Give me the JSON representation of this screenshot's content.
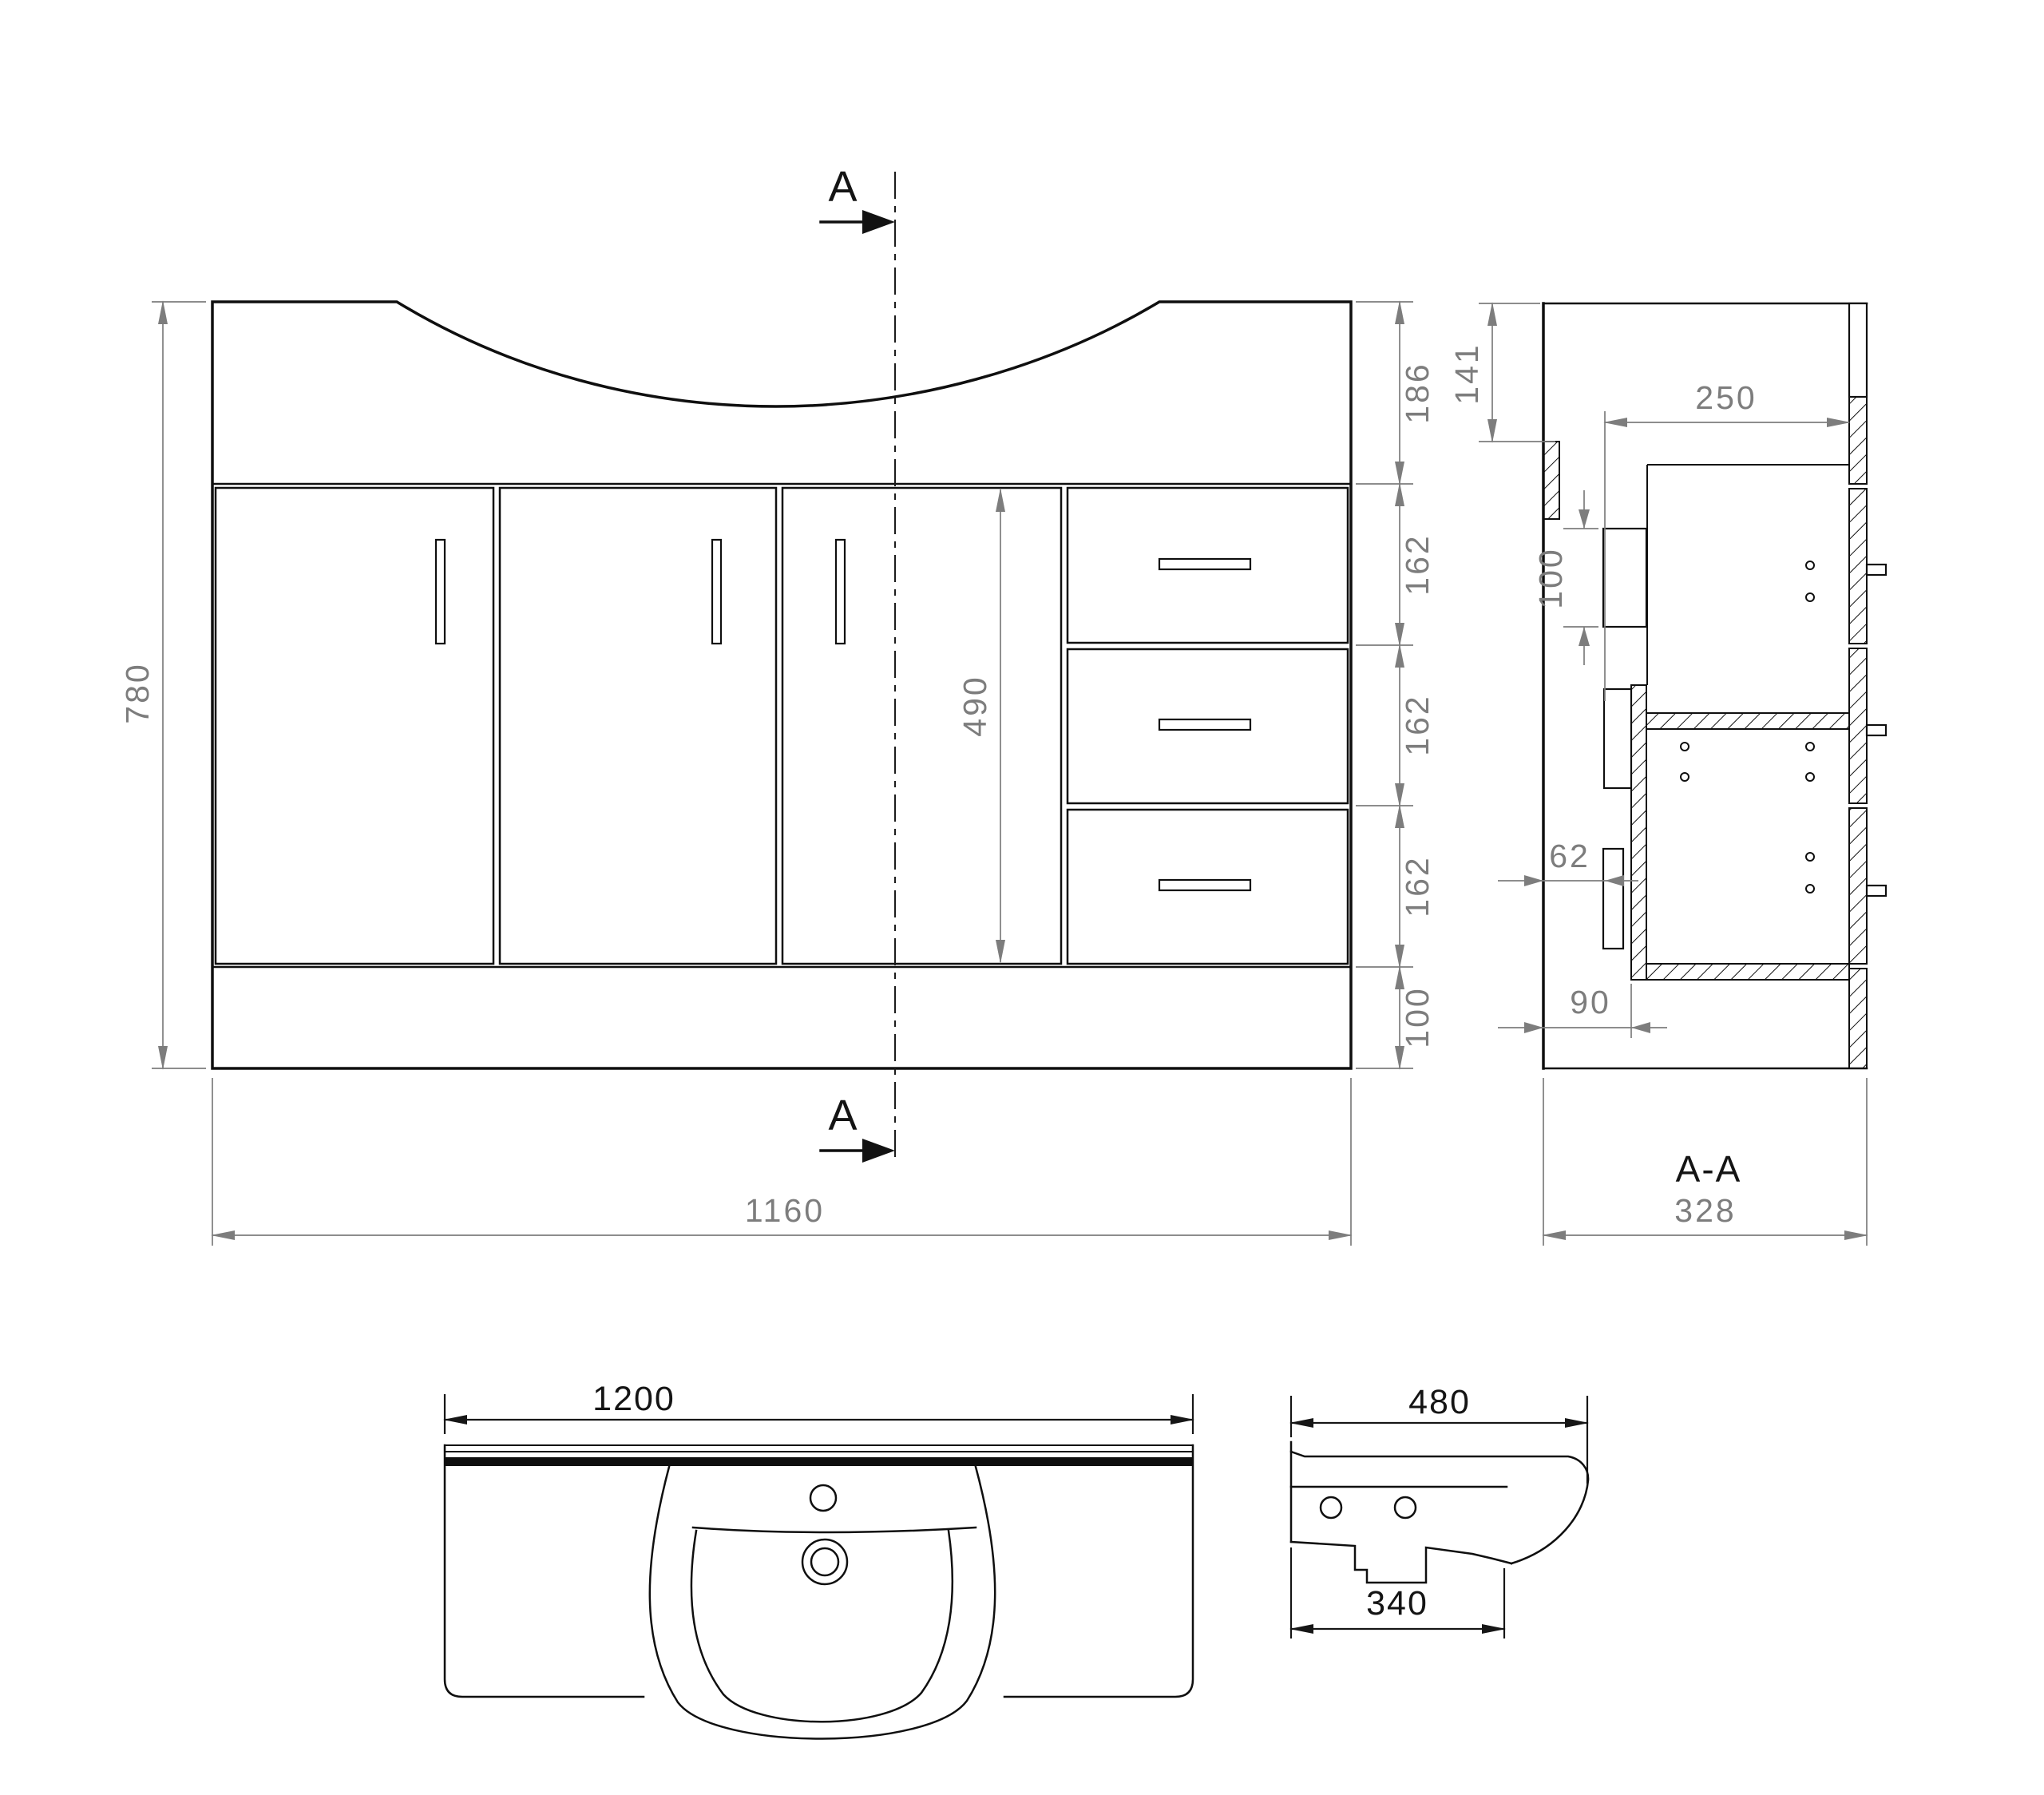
{
  "front_view": {
    "section_marker_top": "A",
    "section_marker_bottom": "A",
    "dim_height_total": "780",
    "dim_top_section": "186",
    "dim_drawer_1": "162",
    "dim_drawer_2": "162",
    "dim_drawer_3": "162",
    "dim_plinth": "100",
    "dim_door_height": "490",
    "dim_width_total": "1160"
  },
  "side_section_view": {
    "label": "A-A",
    "dim_top_rail": "141",
    "dim_carcass_depth": "250",
    "dim_runner_height": "100",
    "dim_back_offset": "62",
    "dim_base_offset": "90",
    "dim_depth_total": "328"
  },
  "basin_plan_view": {
    "dim_width": "1200"
  },
  "basin_side_view": {
    "dim_depth": "480",
    "dim_base_depth": "340"
  },
  "colors": {
    "linework": "#0f0f0f",
    "dimension": "#7d7d7d",
    "background": "#ffffff"
  }
}
